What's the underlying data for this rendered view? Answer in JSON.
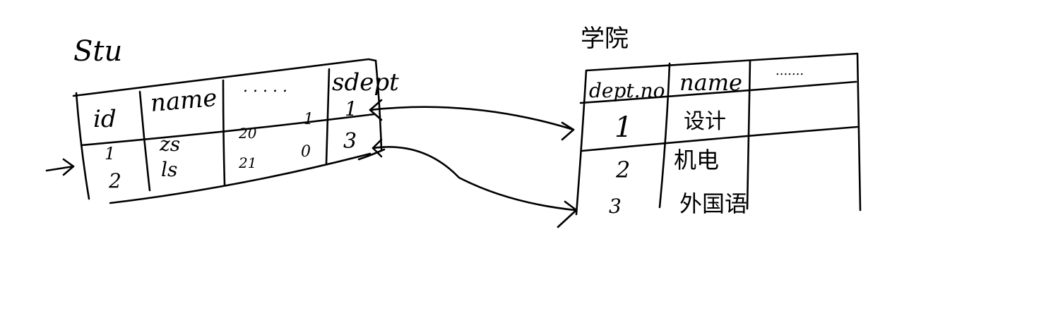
{
  "stu_table": {
    "title": "Stu",
    "headers": {
      "id": "id",
      "name": "name",
      "ellipsis": ". .      . . .",
      "sdept": "sdept"
    },
    "rows": [
      {
        "id": "1",
        "name": "zs",
        "age": "20",
        "flag": "1",
        "sdept": "1"
      },
      {
        "id": "2",
        "name": "ls",
        "age": "21",
        "flag": "0",
        "sdept": "3"
      }
    ]
  },
  "dept_table": {
    "title": "学院",
    "headers": {
      "deptno": "dept.no",
      "name": "name",
      "ellipsis": "......."
    },
    "rows": [
      {
        "deptno": "1",
        "name": "设计"
      },
      {
        "deptno": "2",
        "name": "机电"
      },
      {
        "deptno": "3",
        "name": "外国语"
      }
    ]
  }
}
